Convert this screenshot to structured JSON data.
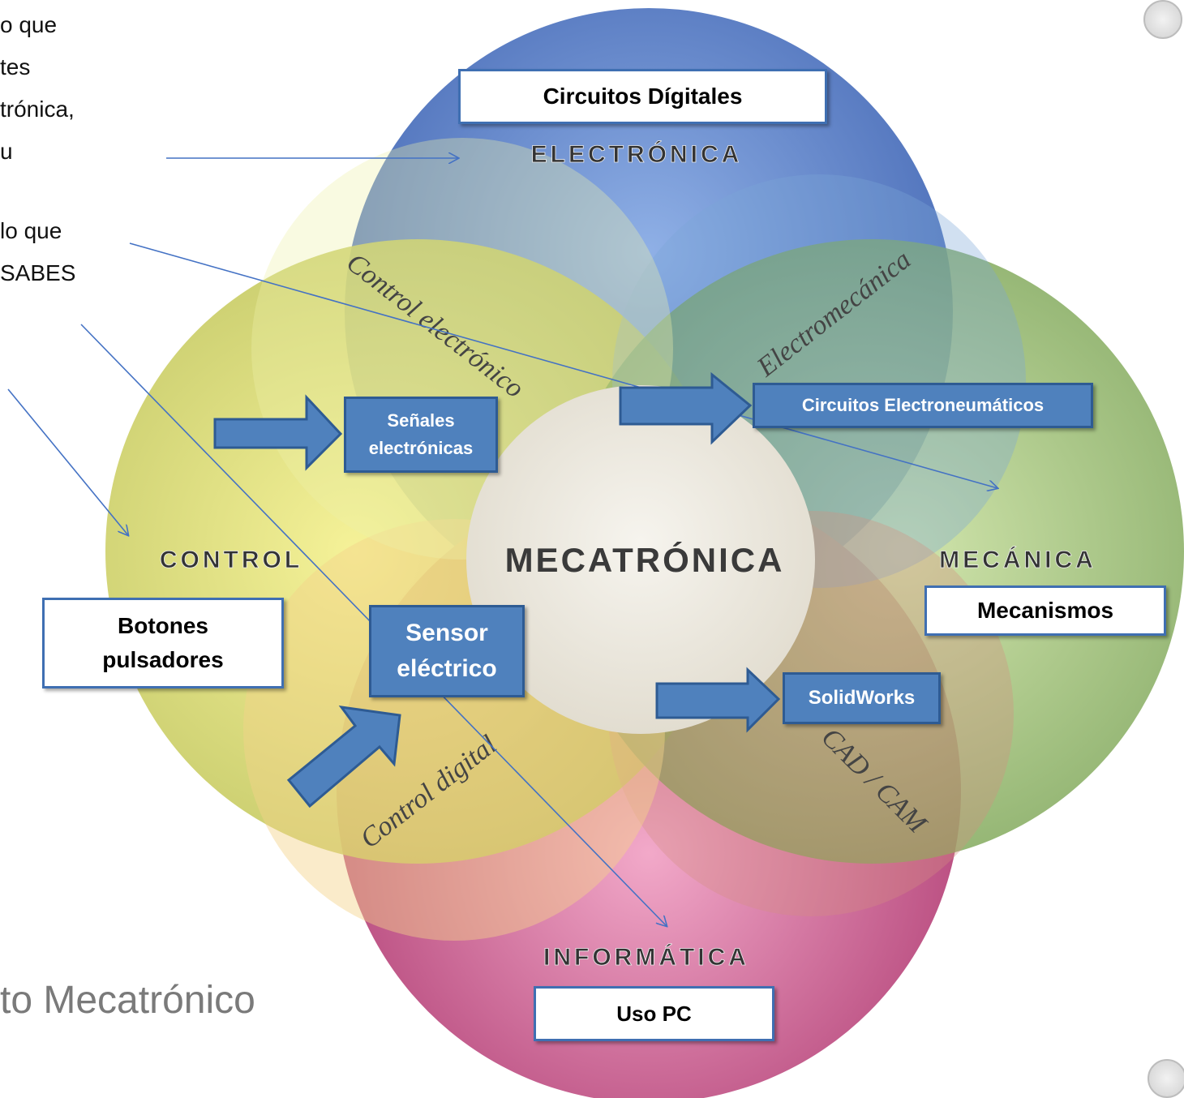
{
  "left_text_lines": [
    "o que",
    "tes",
    "trónica,",
    "u",
    "lo que",
    "SABES"
  ],
  "slide_title": "to Mecatrónico",
  "circles": {
    "electronica": "ELECTRÓNICA",
    "control": "CONTROL",
    "mecanica": "MECÁNICA",
    "informatica": "INFORMÁTICA",
    "center": "MECATRÓNICA"
  },
  "overlaps": {
    "control_electronico": "Control electrónico",
    "electromecanica": "Electromecánica",
    "control_digital": "Control digital",
    "cad_cam": "CAD / CAM"
  },
  "labels": {
    "circuitos_digitales": "Circuitos Dígitales",
    "senales_line1": "Señales",
    "senales_line2": "electrónicas",
    "electroneumaticos": "Circuitos Electroneumáticos",
    "botones_line1": "Botones",
    "botones_line2": "pulsadores",
    "sensor_line1": "Sensor",
    "sensor_line2": "eléctrico",
    "mecanismos": "Mecanismos",
    "solidworks": "SolidWorks",
    "uso_pc": "Uso PC"
  },
  "colors": {
    "electronica": "#5a7fc4",
    "control": "#d8d86a",
    "mecanica": "#8fb86a",
    "informatica": "#c85a8a",
    "box_blue": "#4f81bd",
    "arrow": "#4472c4"
  }
}
